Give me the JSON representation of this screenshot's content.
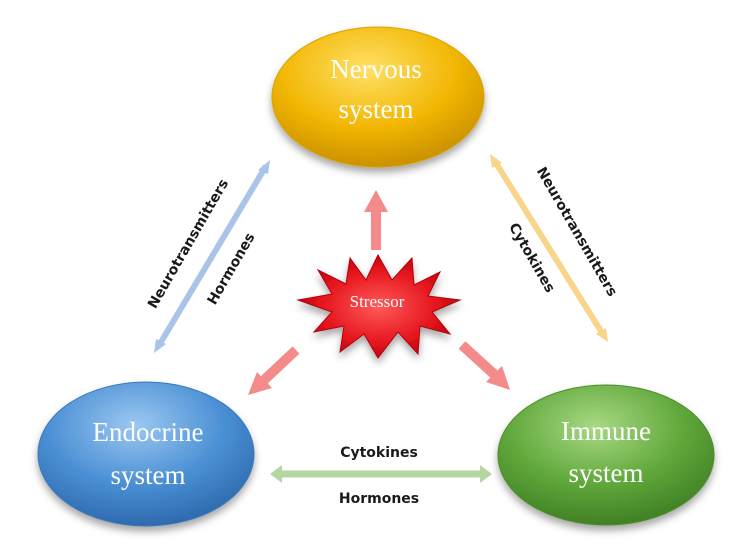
{
  "nodes": {
    "nervous": {
      "line1": "Nervous",
      "line2": "system",
      "color": "#f2b705"
    },
    "endocrine": {
      "line1": "Endocrine",
      "line2": "system",
      "color": "#4a8fd4"
    },
    "immune": {
      "line1": "Immune",
      "line2": "system",
      "color": "#5fa73a"
    }
  },
  "stressor": {
    "label": "Stressor",
    "color": "#e5141c"
  },
  "edges": {
    "nervous_endocrine": {
      "label_a": "Neurotransmitters",
      "label_b": "Hormones",
      "color": "#a9c4e8"
    },
    "nervous_immune": {
      "label_a": "Neurotransmitters",
      "label_b": "Cytokines",
      "color": "#f8d58a"
    },
    "endocrine_immune": {
      "label_a": "Cytokines",
      "label_b": "Hormones",
      "color": "#b5d6a0"
    }
  },
  "stress_arrow_color": "#f48a8a"
}
